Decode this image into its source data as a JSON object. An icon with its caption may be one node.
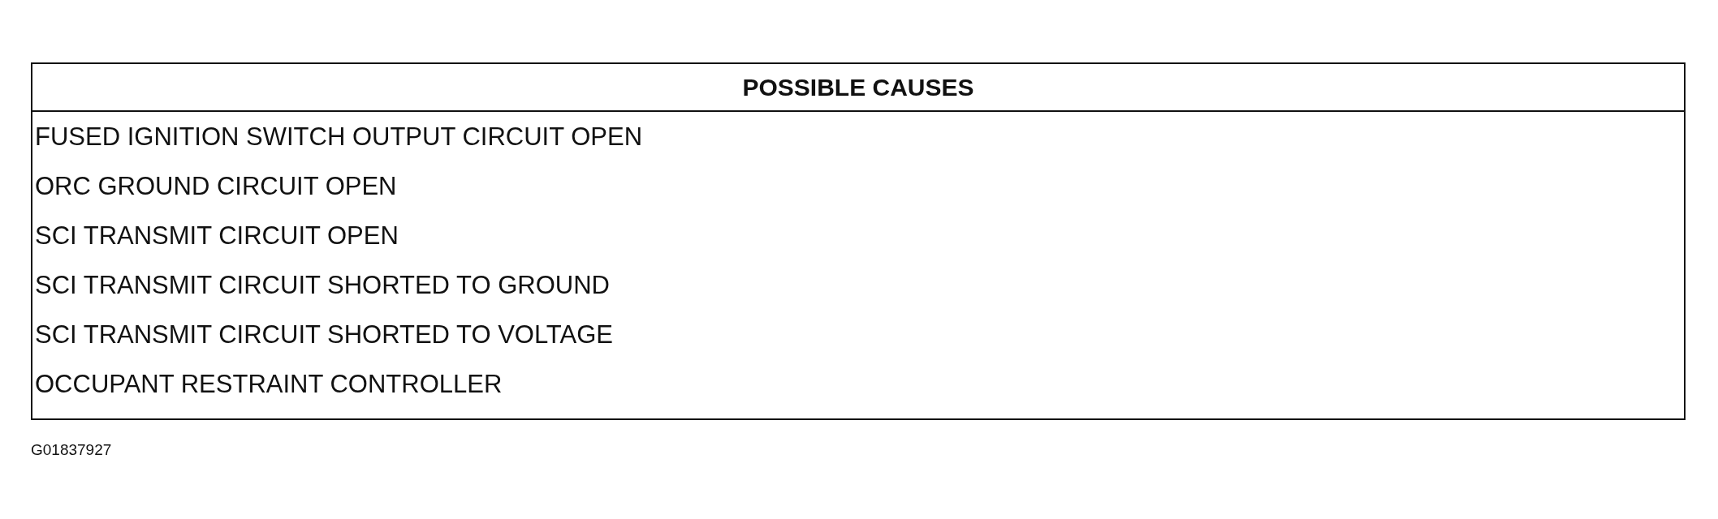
{
  "diagram": {
    "labels": [
      "POSSIBLE CAUSES",
      "FUSED IGNITION SWITCH OUTPUT CIRCUIT OPEN",
      "ORC GROUND CIRCUIT OPEN",
      "SCI TRANSMIT CIRCUIT OPEN",
      "SCI TRANSMIT CIRCUIT SHORTED TO GROUND",
      "SCI TRANSMIT CIRCUIT SHORTED TO VOLTAGE",
      "OCCUPANT RESTRAINT CONTROLLER",
      "G01837927"
    ]
  }
}
